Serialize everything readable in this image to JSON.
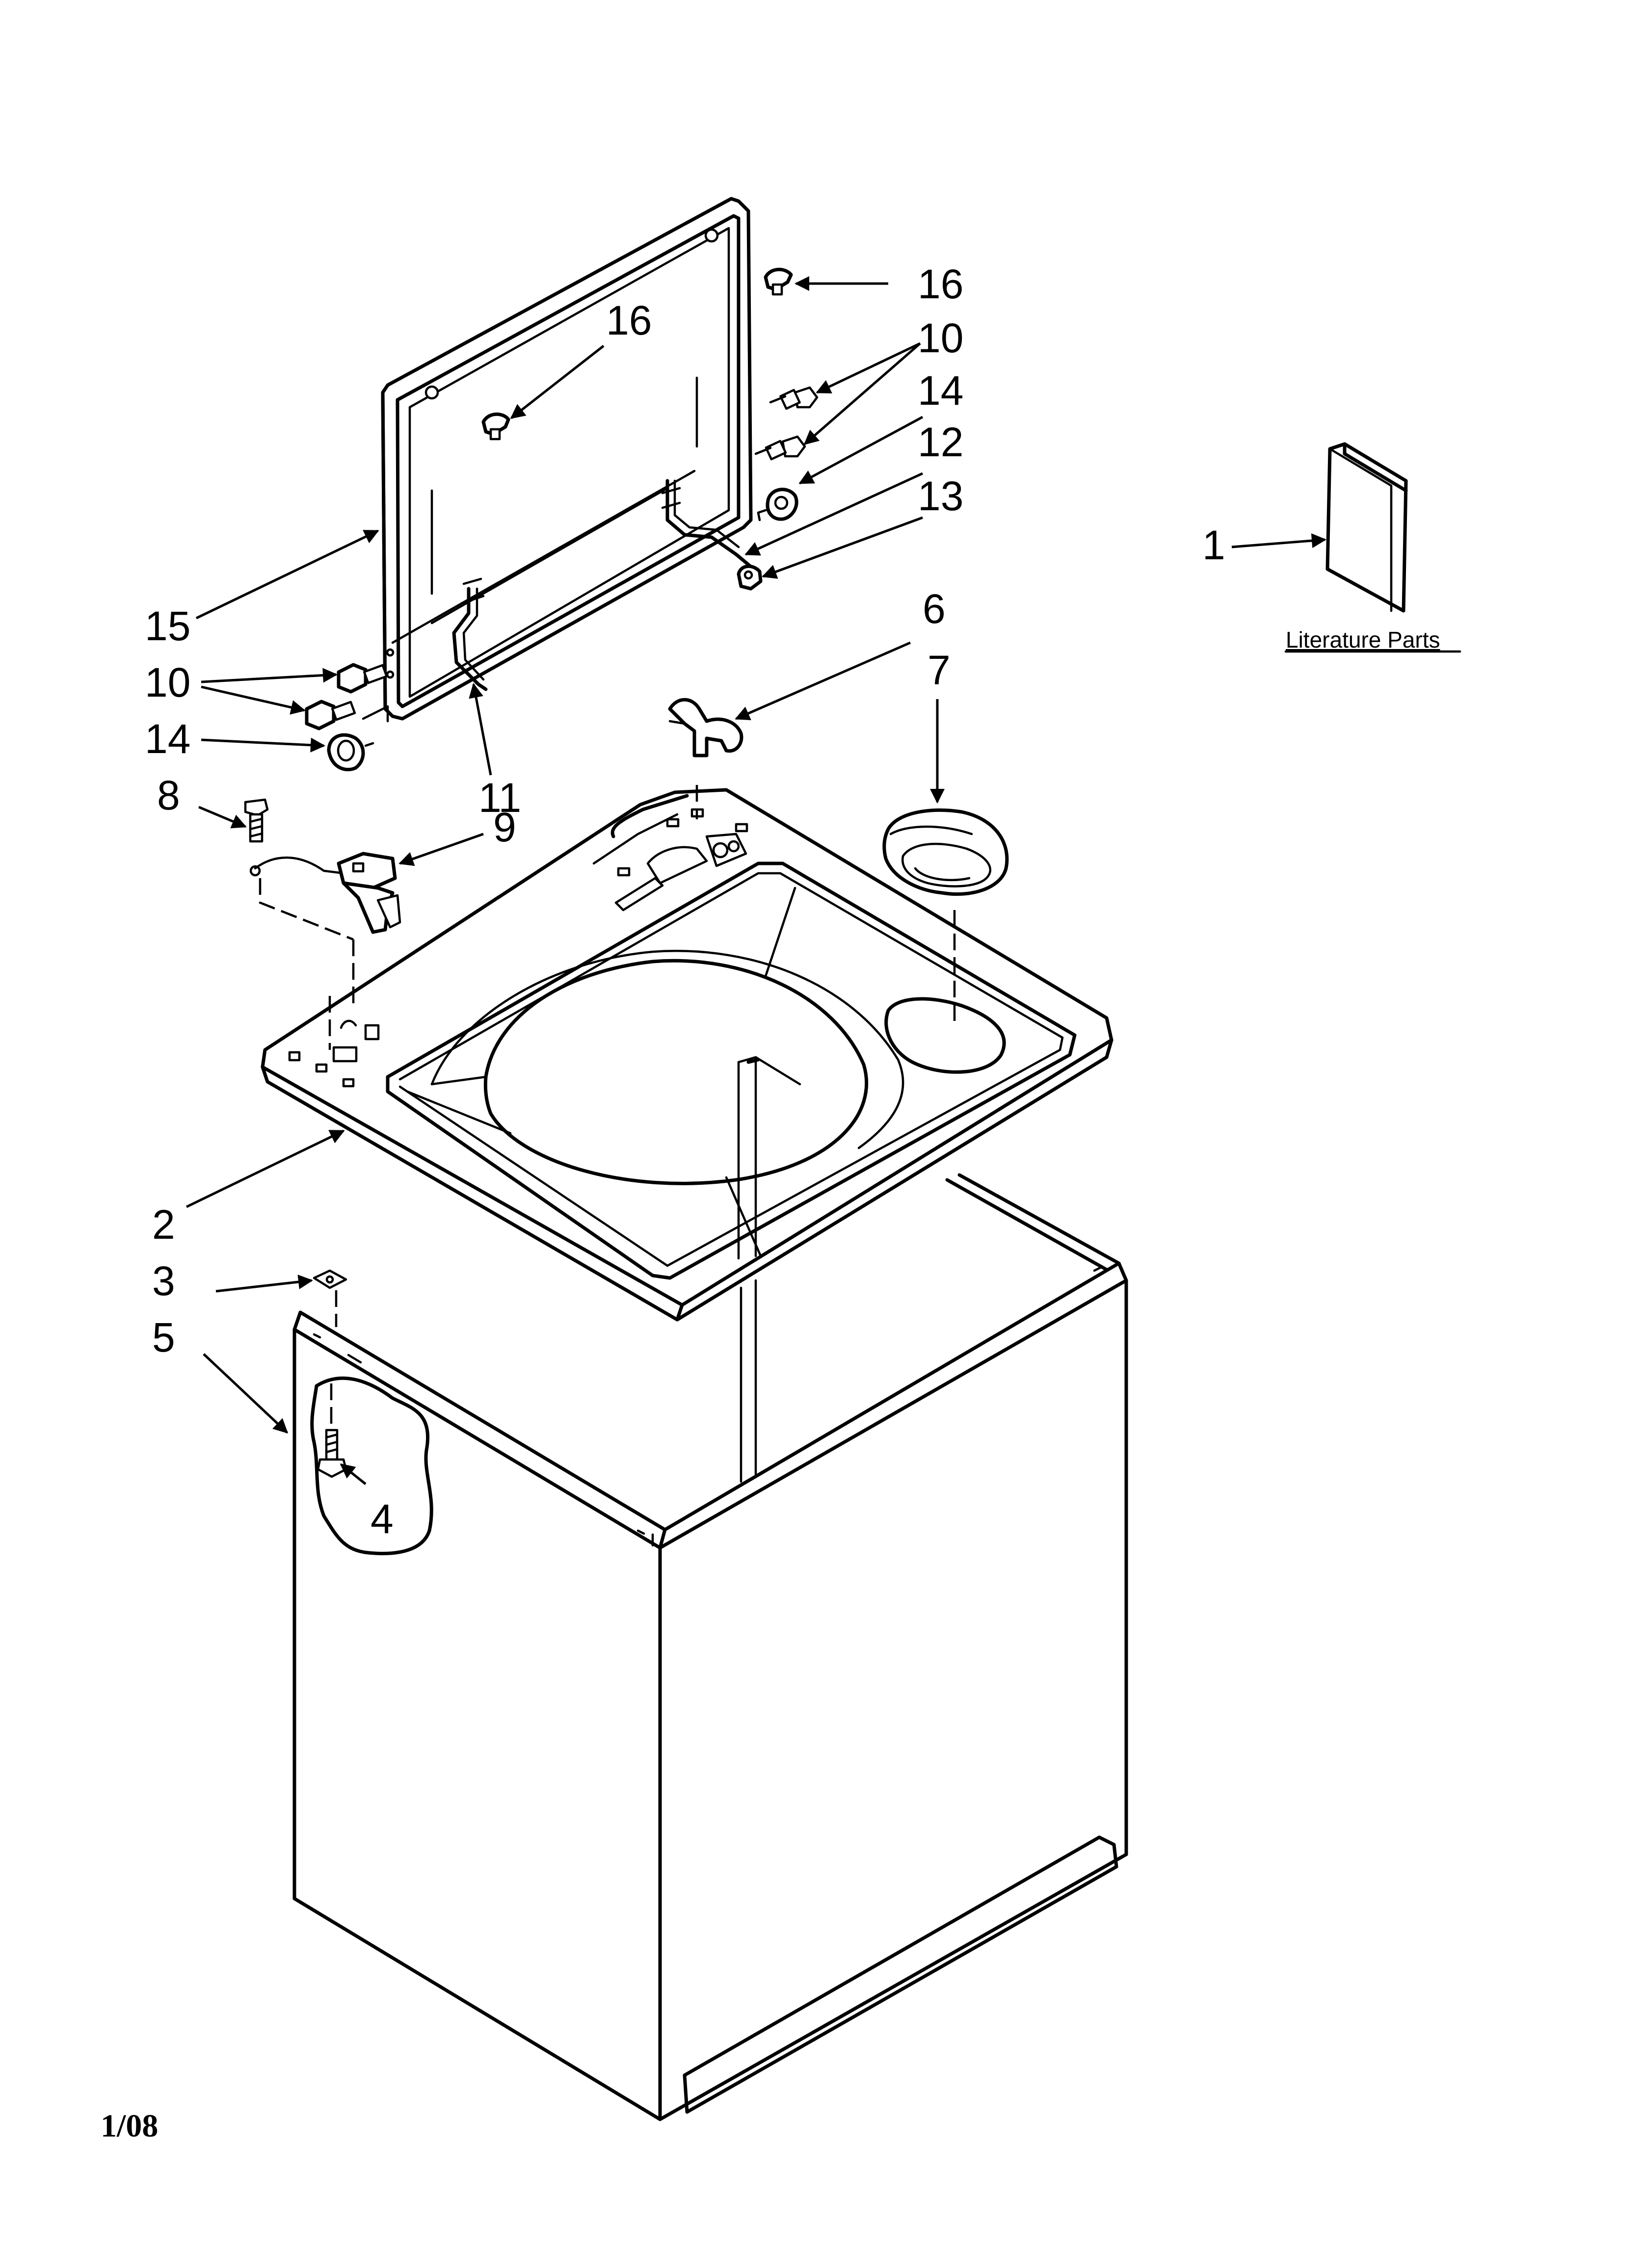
{
  "callouts": [
    {
      "id": "c1",
      "text": "1"
    },
    {
      "id": "c2",
      "text": "2"
    },
    {
      "id": "c3",
      "text": "3"
    },
    {
      "id": "c4",
      "text": "4"
    },
    {
      "id": "c5",
      "text": "5"
    },
    {
      "id": "c6",
      "text": "6"
    },
    {
      "id": "c7",
      "text": "7"
    },
    {
      "id": "c8",
      "text": "8"
    },
    {
      "id": "c9",
      "text": "9"
    },
    {
      "id": "c10a",
      "text": "10"
    },
    {
      "id": "c10b",
      "text": "10"
    },
    {
      "id": "c11",
      "text": "11"
    },
    {
      "id": "c12",
      "text": "12"
    },
    {
      "id": "c13",
      "text": "13"
    },
    {
      "id": "c14a",
      "text": "14"
    },
    {
      "id": "c14b",
      "text": "14"
    },
    {
      "id": "c15",
      "text": "15"
    },
    {
      "id": "c16a",
      "text": "16"
    },
    {
      "id": "c16b",
      "text": "16"
    }
  ],
  "literature_label": "Literature Parts",
  "date_code": "1/08"
}
